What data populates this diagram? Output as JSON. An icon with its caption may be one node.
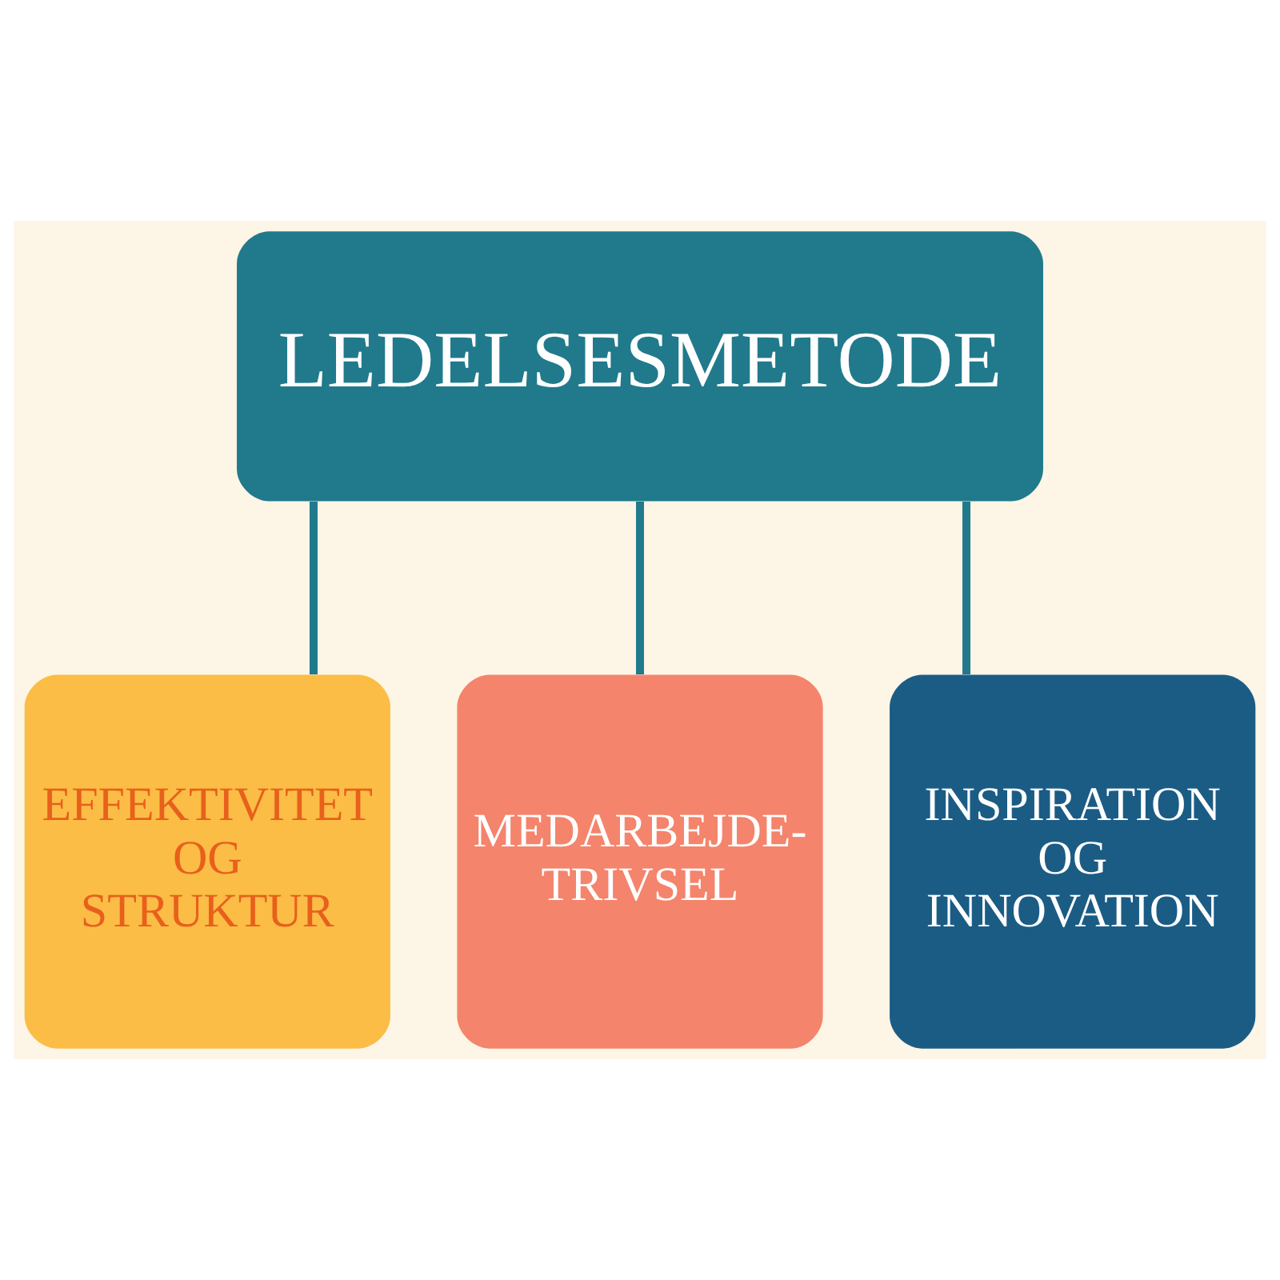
{
  "diagram": {
    "nodes": [
      {
        "text": [
          "LEDELSESMETODE"
        ]
      },
      {
        "text": [
          "EFFEKTIVITET OG STRUKTUR"
        ]
      },
      {
        "text": [
          "MEDARBEJDE- TRIVSEL"
        ]
      },
      {
        "text": [
          "INSPIRATION OG INNOVATION"
        ]
      }
    ],
    "edges": [
      {
        "from": 0,
        "to": 1,
        "arrow": "none"
      },
      {
        "from": 0,
        "to": 2,
        "arrow": "none"
      },
      {
        "from": 0,
        "to": 3,
        "arrow": "none"
      }
    ]
  }
}
